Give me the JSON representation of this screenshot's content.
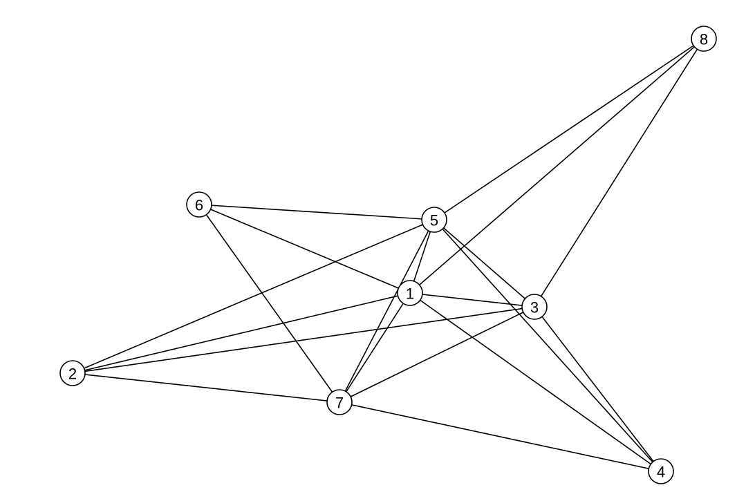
{
  "graph": {
    "nodes": [
      {
        "id": "1",
        "label": "1"
      },
      {
        "id": "2",
        "label": "2"
      },
      {
        "id": "3",
        "label": "3"
      },
      {
        "id": "4",
        "label": "4"
      },
      {
        "id": "5",
        "label": "5"
      },
      {
        "id": "6",
        "label": "6"
      },
      {
        "id": "7",
        "label": "7"
      },
      {
        "id": "8",
        "label": "8"
      }
    ],
    "edges": [
      [
        "1",
        "2"
      ],
      [
        "1",
        "3"
      ],
      [
        "1",
        "4"
      ],
      [
        "1",
        "5"
      ],
      [
        "1",
        "6"
      ],
      [
        "1",
        "7"
      ],
      [
        "1",
        "8"
      ],
      [
        "2",
        "3"
      ],
      [
        "2",
        "5"
      ],
      [
        "2",
        "7"
      ],
      [
        "3",
        "5"
      ],
      [
        "3",
        "7"
      ],
      [
        "3",
        "8"
      ],
      [
        "3",
        "4"
      ],
      [
        "4",
        "5"
      ],
      [
        "4",
        "7"
      ],
      [
        "5",
        "6"
      ],
      [
        "5",
        "7"
      ],
      [
        "5",
        "8"
      ],
      [
        "6",
        "7"
      ]
    ],
    "colors": {
      "stroke": "#000000",
      "node_fill": "#ffffff",
      "background": "#ffffff"
    }
  }
}
